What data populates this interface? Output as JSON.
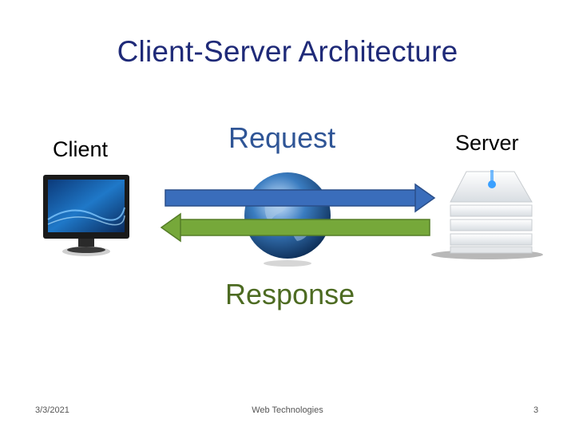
{
  "slide": {
    "title": "Client-Server Architecture",
    "client_label": "Client",
    "server_label": "Server",
    "request_label": "Request",
    "response_label": "Response"
  },
  "footer": {
    "date": "3/3/2021",
    "center": "Web Technologies",
    "page": "3"
  },
  "colors": {
    "title": "#1f2a78",
    "request_arrow": "#3a6dbb",
    "response_arrow": "#76a83a"
  },
  "icons": [
    "monitor-icon",
    "globe-icon",
    "server-icon",
    "arrow-right-icon",
    "arrow-left-icon"
  ]
}
